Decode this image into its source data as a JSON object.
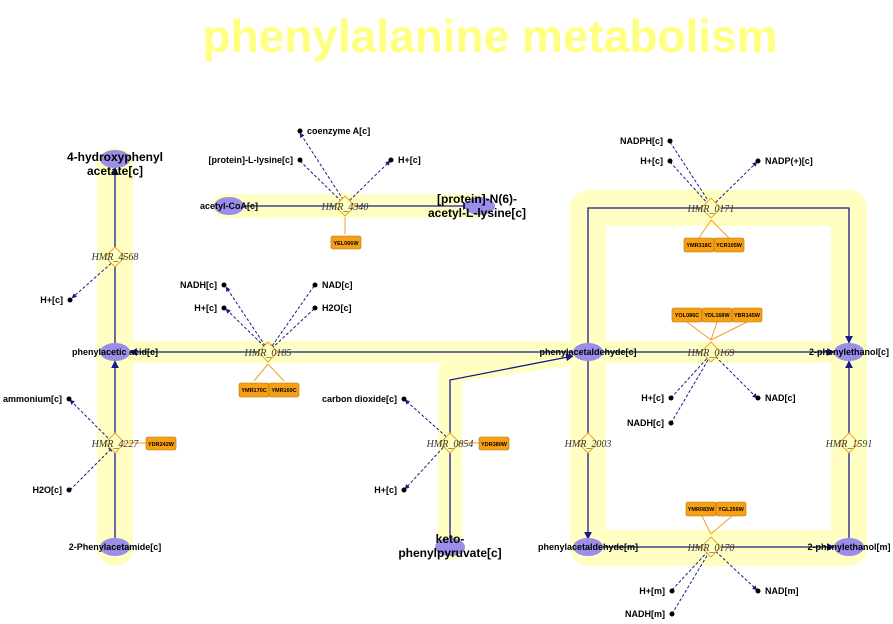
{
  "title": "phenylalanine metabolism",
  "metabolites": {
    "hydroxyphenylacetate_1": "4-hydroxyphenyl",
    "hydroxyphenylacetate_2": "acetate[c]",
    "phenylacetic_acid": "phenylacetic acid[c]",
    "phenylacetamide": "2-Phenylacetamide[c]",
    "acetyl_coa": "acetyl-CoA[c]",
    "n6_acetyl_lysine_1": "[protein]-N(6)-",
    "n6_acetyl_lysine_2": "acetyl-L-lysine[c]",
    "phenylacetaldehyde_c": "phenylacetaldehyde[c]",
    "keto_1": "keto-",
    "keto_2": "phenylpyruvate[c]",
    "phenylethanol_c": "2-phenylethanol[c]",
    "phenylacetaldehyde_m": "phenylacetaldehyde[m]",
    "phenylethanol_m": "2-phenylethanol[m]"
  },
  "side_metabolites": {
    "h_4568": "H+[c]",
    "ammonium": "ammonium[c]",
    "h2o_4227": "H2O[c]",
    "coenzyme_a": "coenzyme A[c]",
    "protein_lysine": "[protein]-L-lysine[c]",
    "h_4340": "H+[c]",
    "nadh_0185": "NADH[c]",
    "h_0185": "H+[c]",
    "nad_0185": "NAD[c]",
    "h2o_0185": "H2O[c]",
    "co2": "carbon dioxide[c]",
    "h_0854": "H+[c]",
    "nadph_0171": "NADPH[c]",
    "h_0171": "H+[c]",
    "nadp_0171": "NADP(+)[c]",
    "h_0169": "H+[c]",
    "nadh_0169": "NADH[c]",
    "nad_0169": "NAD[c]",
    "h_0170": "H+[m]",
    "nadh_0170": "NADH[m]",
    "nad_0170": "NAD[m]"
  },
  "reactions": {
    "r4568": "HMR_4568",
    "r4227": "HMR_4227",
    "r4340": "HMR_4340",
    "r0185": "HMR_0185",
    "r0854": "HMR_0854",
    "r0171": "HMR_0171",
    "r0169": "HMR_0169",
    "r2003": "HMR_2003",
    "r1591": "HMR_1591",
    "r0170": "HMR_0170"
  },
  "genes": {
    "g_ydr242w": "YDR242W",
    "g_yel066w": "YEL066W",
    "g_ymr170c": "YMR170C",
    "g_ymr169c": "YMR169C",
    "g_ydr380w": "YDR380W",
    "g_ymr318c": "YMR318C",
    "g_ycr105w": "YCR105W",
    "g_yol086c": "YOL086C",
    "g_ydl168w": "YDL168W",
    "g_ybr145w": "YBR145W",
    "g_ymr083w": "YMR083W",
    "g_ygl256w": "YGL256W"
  },
  "colors": {
    "title": "#ffff80",
    "highlight": "#ffffc4",
    "metabolite_node": "#9b8ee8",
    "gene_box": "#f7a014",
    "reaction_box": "#ffffc0",
    "edge": "#1a1a8c"
  }
}
